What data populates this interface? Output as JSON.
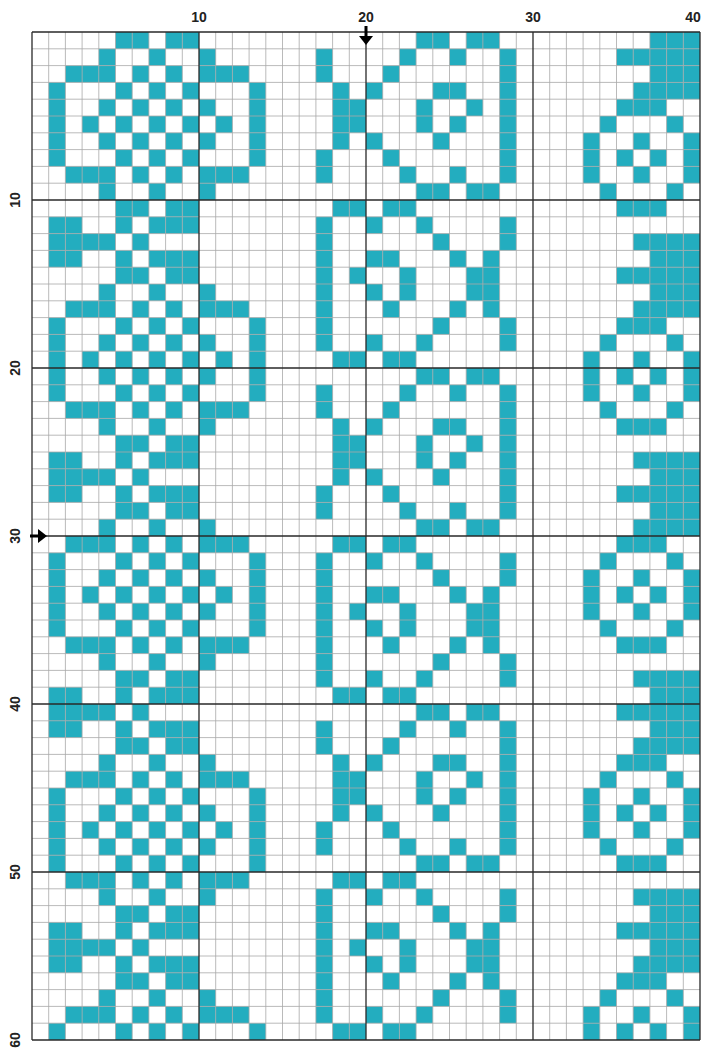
{
  "diagram": {
    "labels": [
      "10",
      "20",
      "30",
      "40",
      "10",
      "20",
      "30",
      "40",
      "50",
      "60"
    ]
  }
}
